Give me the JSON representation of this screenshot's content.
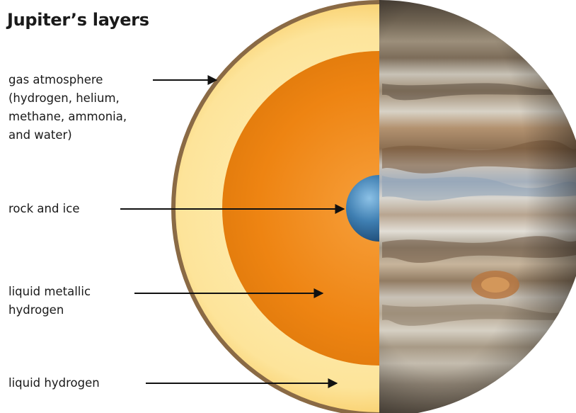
{
  "title": "Jupiter’s layers",
  "labels": {
    "gas_atmosphere": "gas atmosphere\n(hydrogen, helium,\nmethane, ammonia,\nand water)",
    "rock_and_ice": "rock and ice",
    "liquid_metallic_hydrogen": "liquid metallic\nhydrogen",
    "liquid_hydrogen": "liquid hydrogen"
  },
  "colors": {
    "outer_rim": "#8a6a45",
    "liquid_hydrogen_layer": "#fcd278",
    "liquid_metallic_hydrogen_layer": "#f08a18",
    "core": "#2f6b9c",
    "arrow": "#111111"
  }
}
